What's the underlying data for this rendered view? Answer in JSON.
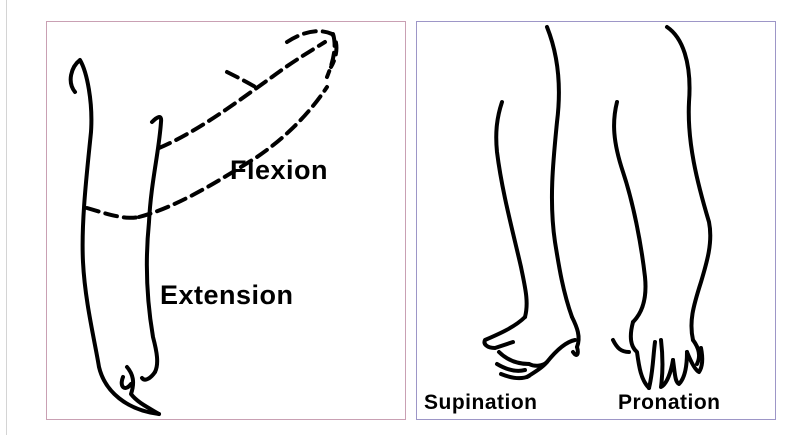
{
  "figure": {
    "panels": [
      {
        "labels": {
          "flexion": "Flexion",
          "extension": "Extension"
        }
      },
      {
        "labels": {
          "supination": "Supination",
          "pronation": "Pronation"
        }
      }
    ]
  }
}
